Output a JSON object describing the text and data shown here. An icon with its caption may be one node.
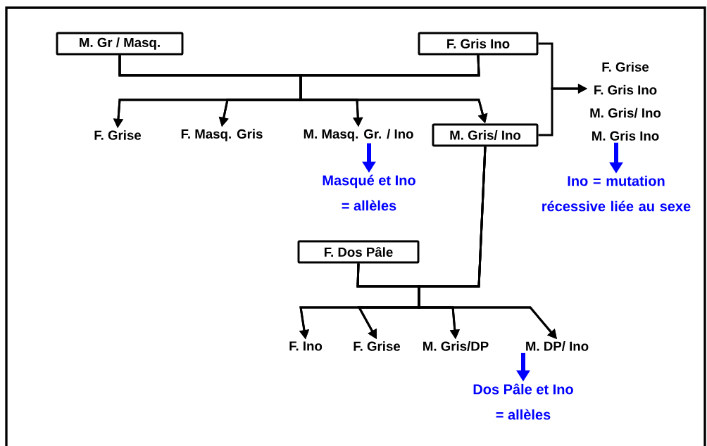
{
  "diagram": {
    "nodes": [
      {
        "text": [
          "M. Gr / Masq."
        ]
      },
      {
        "text": [
          "F. Gris Ino"
        ]
      },
      {
        "text": [
          "F. Grise"
        ]
      },
      {
        "text": [
          "F. Masq. Gris"
        ]
      },
      {
        "text": [
          "M. Masq. Gr. / Ino"
        ]
      },
      {
        "text": [
          "M. Gris/ Ino"
        ]
      },
      {
        "text": [
          "F. Grise",
          "F. Gris Ino",
          "M. Gris/ Ino",
          "M. Gris Ino"
        ]
      },
      {
        "text": [
          "Masqué et Ino",
          "= allèles"
        ]
      },
      {
        "text": [
          "Ino = mutation récessive liée au sexe"
        ]
      },
      {
        "text": [
          "F. Dos Pâle"
        ]
      },
      {
        "text": [
          "F. Ino"
        ]
      },
      {
        "text": [
          "F. Grise"
        ]
      },
      {
        "text": [
          "M. Gris/DP"
        ]
      },
      {
        "text": [
          "M. DP/ Ino"
        ]
      },
      {
        "text": [
          "Dos Pâle et Ino",
          "= allèles"
        ]
      }
    ],
    "edges": [
      {
        "from": 0,
        "to": 2,
        "arrow": "to"
      },
      {
        "from": 0,
        "to": 3,
        "arrow": "to"
      },
      {
        "from": 0,
        "to": 4,
        "arrow": "to"
      },
      {
        "from": 0,
        "to": 5,
        "arrow": "to"
      },
      {
        "from": 1,
        "to": 2,
        "arrow": "to"
      },
      {
        "from": 1,
        "to": 3,
        "arrow": "to"
      },
      {
        "from": 1,
        "to": 4,
        "arrow": "to"
      },
      {
        "from": 1,
        "to": 5,
        "arrow": "to"
      },
      {
        "from": 1,
        "to": 6,
        "arrow": "to"
      },
      {
        "from": 5,
        "to": 6,
        "arrow": "to"
      },
      {
        "from": 4,
        "to": 7,
        "arrow": "to",
        "style": "thick",
        "color": "#0000ff"
      },
      {
        "from": 6,
        "to": 8,
        "arrow": "to",
        "style": "thick",
        "color": "#0000ff"
      },
      {
        "from": 5,
        "to": 10,
        "arrow": "to"
      },
      {
        "from": 5,
        "to": 11,
        "arrow": "to"
      },
      {
        "from": 5,
        "to": 12,
        "arrow": "to"
      },
      {
        "from": 5,
        "to": 13,
        "arrow": "to"
      },
      {
        "from": 9,
        "to": 10,
        "arrow": "to"
      },
      {
        "from": 9,
        "to": 11,
        "arrow": "to"
      },
      {
        "from": 9,
        "to": 12,
        "arrow": "to"
      },
      {
        "from": 9,
        "to": 13,
        "arrow": "to"
      },
      {
        "from": 13,
        "to": 14,
        "arrow": "to",
        "style": "thick",
        "color": "#0000ff"
      }
    ]
  }
}
